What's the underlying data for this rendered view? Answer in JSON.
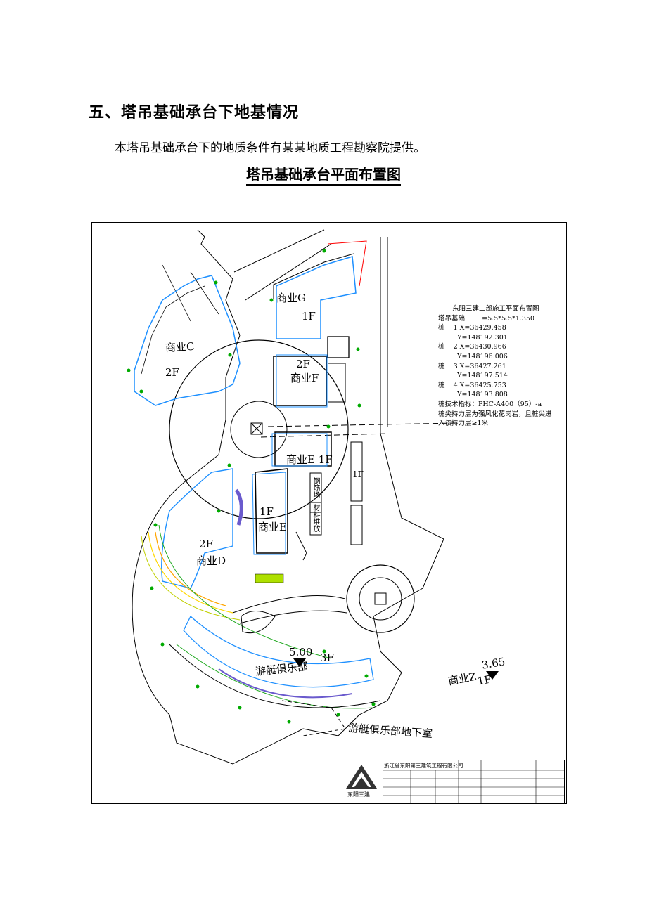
{
  "heading": "五、塔吊基础承台下地基情况",
  "paragraph": "本塔吊基础承台下的地质条件有某某地质工程勘察院提供。",
  "figure_title": "塔吊基础承台平面布置图",
  "plan": {
    "labels": {
      "bldg_g": "商业G",
      "bldg_g_floor": "1F",
      "bldg_c": "商业C",
      "bldg_c_floor": "2F",
      "bldg_f_floor": "2F",
      "bldg_f": "商业F",
      "bldg_e_upper": "商业E 1F",
      "bldg_e_floor": "1F",
      "bldg_e": "商业E",
      "bldg_d_floor": "2F",
      "bldg_d": "商业D",
      "yacht_elev": "5.00",
      "yacht_floor": "3F",
      "yacht": "游艇俱乐部",
      "yacht_basement": "游艇俱乐部地下室",
      "z_elev": "3.65",
      "bldg_z": "商业Z",
      "z_floor": "1F",
      "steel_shed": "钢筋场",
      "material_yard": "材料堆放",
      "kitchen_1f": "1F"
    },
    "notes": {
      "title": "东阳三建二部施工平面布置图",
      "foundation": "塔吊基础        =5.5*5.5*1.350",
      "pile1_x": "桩    1 X=36429.458",
      "pile1_y": "         Y=148192.301",
      "pile2_x": "桩    2 X=36430.966",
      "pile2_y": "         Y=148196.006",
      "pile3_x": "桩    3 X=36427.261",
      "pile3_y": "         Y=148197.514",
      "pile4_x": "桩    4 X=36425.753",
      "pile4_y": "         Y=148193.808",
      "spec": "桩技术指标：PHC-A400（95）-a",
      "bearing1": "桩尖持力层为强风化花岗岩，且桩尖进",
      "bearing2": "入该持力层≥1米"
    },
    "title_block": {
      "company": "浙江省东阳第三建筑工程有限公司",
      "logo_text": "东阳三建"
    }
  }
}
